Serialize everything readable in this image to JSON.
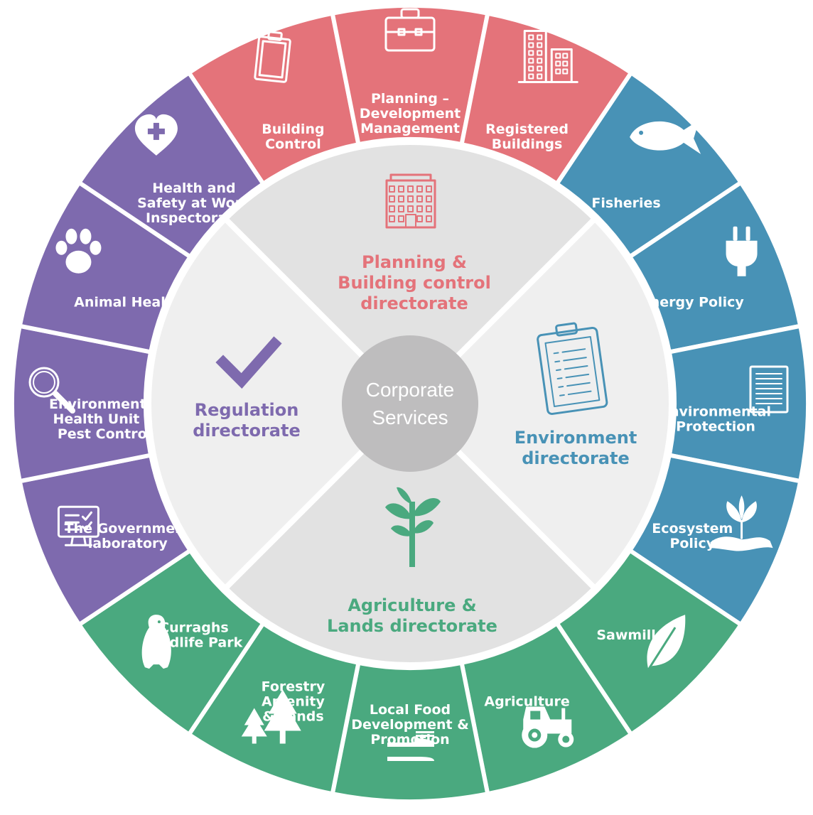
{
  "colors": {
    "planning": "#e4737a",
    "environment": "#4892b6",
    "agriculture": "#4aa97f",
    "regulation": "#7e6aae",
    "center": "#bebdbe",
    "quadrant_light": "#efefef",
    "quadrant_dark": "#e2e2e2"
  },
  "center": {
    "line1": "Corporate",
    "line2": "Services"
  },
  "directorates": [
    {
      "id": "planning",
      "icon": "office-building-icon",
      "lines": [
        "Planning &",
        "Building control",
        "directorate"
      ]
    },
    {
      "id": "environment",
      "icon": "clipboard-document-icon",
      "lines": [
        "Environment",
        "directorate"
      ]
    },
    {
      "id": "agriculture",
      "icon": "sapling-icon",
      "lines": [
        "Agriculture &",
        "Lands directorate"
      ]
    },
    {
      "id": "regulation",
      "icon": "checkmark-icon",
      "lines": [
        "Regulation",
        "directorate"
      ]
    }
  ],
  "segments": [
    {
      "group": "planning",
      "icon": "clipboard-icon",
      "lines": [
        "Building",
        "Control"
      ]
    },
    {
      "group": "planning",
      "icon": "briefcase-icon",
      "lines": [
        "Planning –",
        "Development",
        "Management"
      ]
    },
    {
      "group": "planning",
      "icon": "buildings-icon",
      "lines": [
        "Registered",
        "Buildings"
      ]
    },
    {
      "group": "environment",
      "icon": "fish-icon",
      "lines": [
        "Fisheries"
      ]
    },
    {
      "group": "environment",
      "icon": "plug-icon",
      "lines": [
        "Energy Policy"
      ]
    },
    {
      "group": "environment",
      "icon": "document-icon",
      "lines": [
        "Environmental",
        "Protection"
      ]
    },
    {
      "group": "environment",
      "icon": "hand-plant-icon",
      "lines": [
        "Ecosystem",
        "Policy"
      ]
    },
    {
      "group": "agriculture",
      "icon": "leaf-icon",
      "lines": [
        "Sawmill"
      ]
    },
    {
      "group": "agriculture",
      "icon": "tractor-icon",
      "lines": [
        "Agriculture"
      ]
    },
    {
      "group": "agriculture",
      "icon": "cutlery-icon",
      "lines": [
        "Local Food",
        "Development &",
        "Promotion"
      ]
    },
    {
      "group": "agriculture",
      "icon": "trees-icon",
      "lines": [
        "Forestry",
        "Amenity",
        "& Lands"
      ]
    },
    {
      "group": "agriculture",
      "icon": "penguin-icon",
      "lines": [
        "Curraghs",
        "Wildlife Park"
      ]
    },
    {
      "group": "regulation",
      "icon": "computer-icon",
      "lines": [
        "The Government",
        "laboratory"
      ]
    },
    {
      "group": "regulation",
      "icon": "magnifier-icon",
      "lines": [
        "Environmental",
        "Health Unit &",
        "Pest Control"
      ]
    },
    {
      "group": "regulation",
      "icon": "paw-icon",
      "lines": [
        "Animal Health"
      ]
    },
    {
      "group": "regulation",
      "icon": "heart-cross-icon",
      "lines": [
        "Health and",
        "Safety at Work",
        "Inspectorate"
      ]
    }
  ]
}
